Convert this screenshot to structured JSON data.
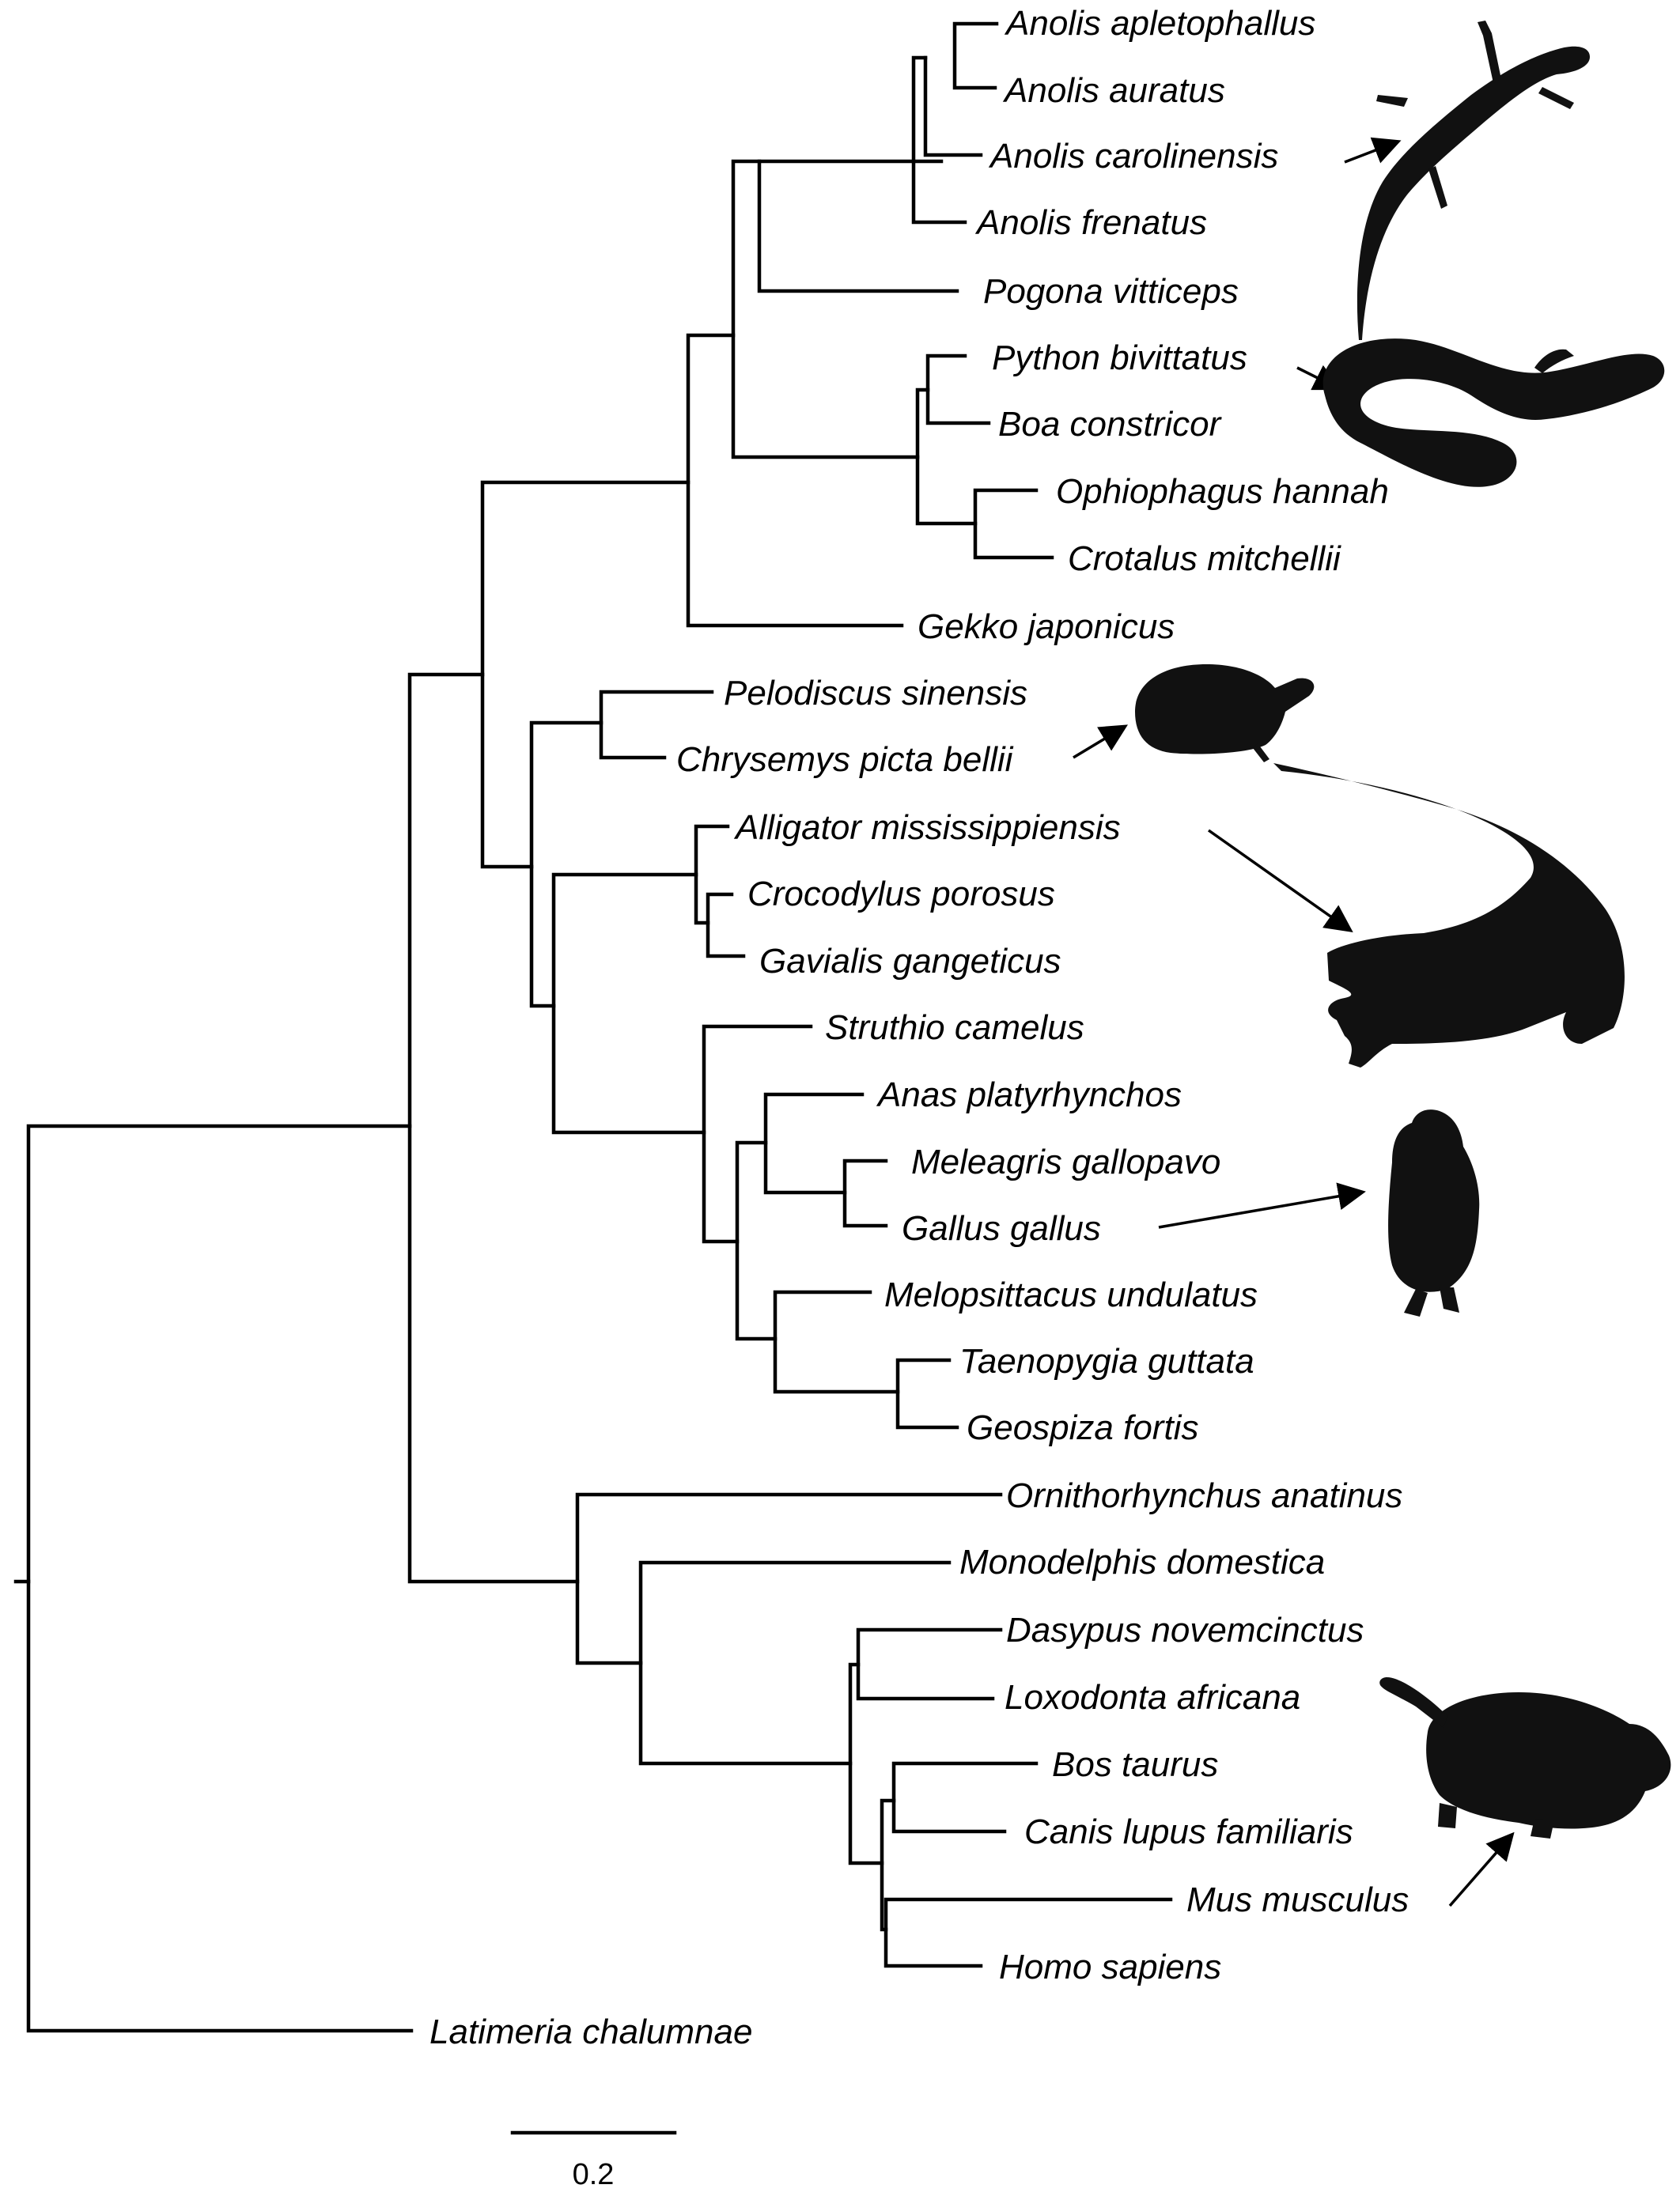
{
  "taxa": [
    "Anolis apletophallus",
    "Anolis auratus",
    "Anolis carolinensis",
    "Anolis frenatus",
    "Pogona vitticeps",
    "Python bivittatus",
    "Boa constricor",
    "Ophiophagus hannah",
    "Crotalus mitchellii",
    "Gekko japonicus",
    "Pelodiscus sinensis",
    "Chrysemys picta bellii",
    "Alligator mississippiensis",
    "Crocodylus porosus",
    "Gavialis gangeticus",
    "Struthio camelus",
    "Anas platyrhynchos",
    "Meleagris gallopavo",
    "Gallus gallus",
    "Melopsittacus undulatus",
    "Taenopygia guttata",
    "Geospiza fortis",
    "Ornithorhynchus anatinus",
    "Monodelphis domestica",
    "Dasypus novemcinctus",
    "Loxodonta africana",
    "Bos taurus",
    "Canis lupus familiaris",
    "Mus musculus",
    "Homo sapiens",
    "Latimeria chalumnae"
  ],
  "scale_bar": {
    "label": "0.2",
    "length_units": 0.2
  },
  "silhouettes": [
    "lizard-silhouette",
    "snake-silhouette",
    "turtle-silhouette",
    "crocodile-silhouette",
    "chicken-silhouette",
    "mouse-silhouette"
  ]
}
